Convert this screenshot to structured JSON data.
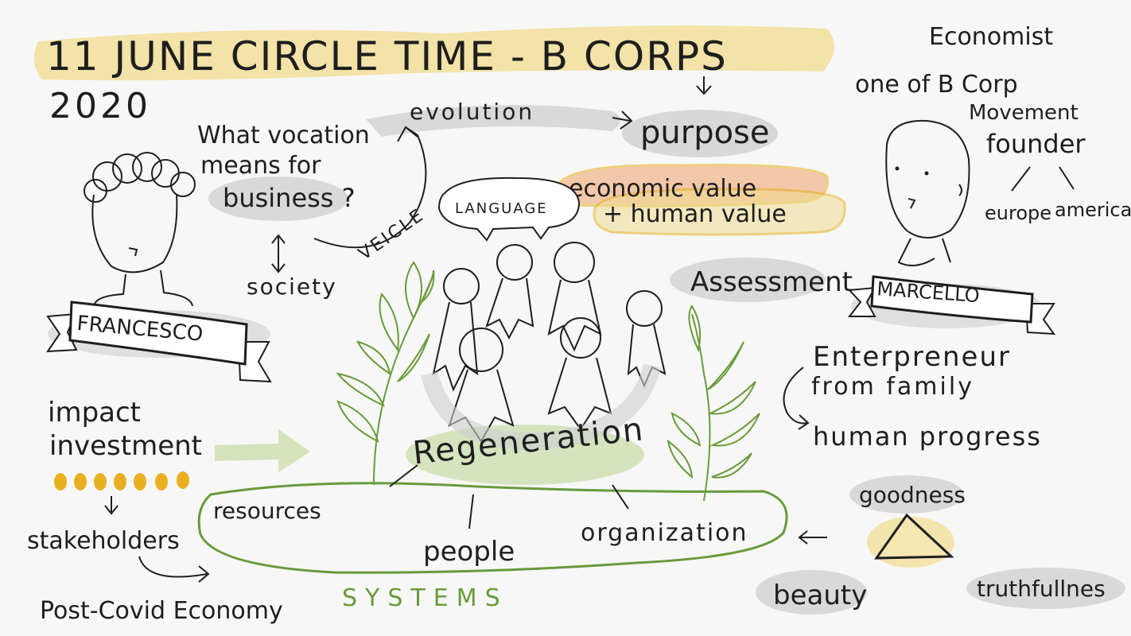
{
  "title": "11 JUNE CIRCLE TIME - B CORPS",
  "year": "2020",
  "notes": {
    "evolution": "evolution",
    "purpose": "purpose",
    "economic_value": "economic value",
    "human_value": "+ human value",
    "vocation_line1": "What vocation",
    "vocation_line2": "means for",
    "vocation_line3": "business ?",
    "veicle": "VEICLE",
    "language": "LANGUAGE",
    "society": "society",
    "assessment": "Assessment",
    "impact_line1": "impact",
    "impact_line2": "investment",
    "stakeholders": "stakeholders",
    "post_covid": "Post-Covid Economy",
    "regeneration": "Regeneration",
    "resources": "resources",
    "people": "people",
    "organization": "organization",
    "systems": "SYSTEMS",
    "economist": "Economist",
    "founder_line1": "one of B Corp",
    "founder_line2": "Movement",
    "founder_line3": "founder",
    "europe": "europe",
    "america": "america",
    "entrepreneur_line1": "Enterpreneur",
    "entrepreneur_line2": "from family",
    "human_progress": "human progress",
    "goodness": "goodness",
    "beauty": "beauty",
    "truthfulness": "truthfullnes"
  },
  "people_names": {
    "left": "FRANCESCO",
    "right": "MARCELLO"
  },
  "colors": {
    "ink": "#1e1e1e",
    "highlight_yellow": "#f1dc8e",
    "highlight_gray": "#cfcfcf",
    "orange": "#f0a36a",
    "gold": "#e8b020",
    "leaf_green": "#6a9a3a",
    "light_green": "#cfe0b5"
  }
}
